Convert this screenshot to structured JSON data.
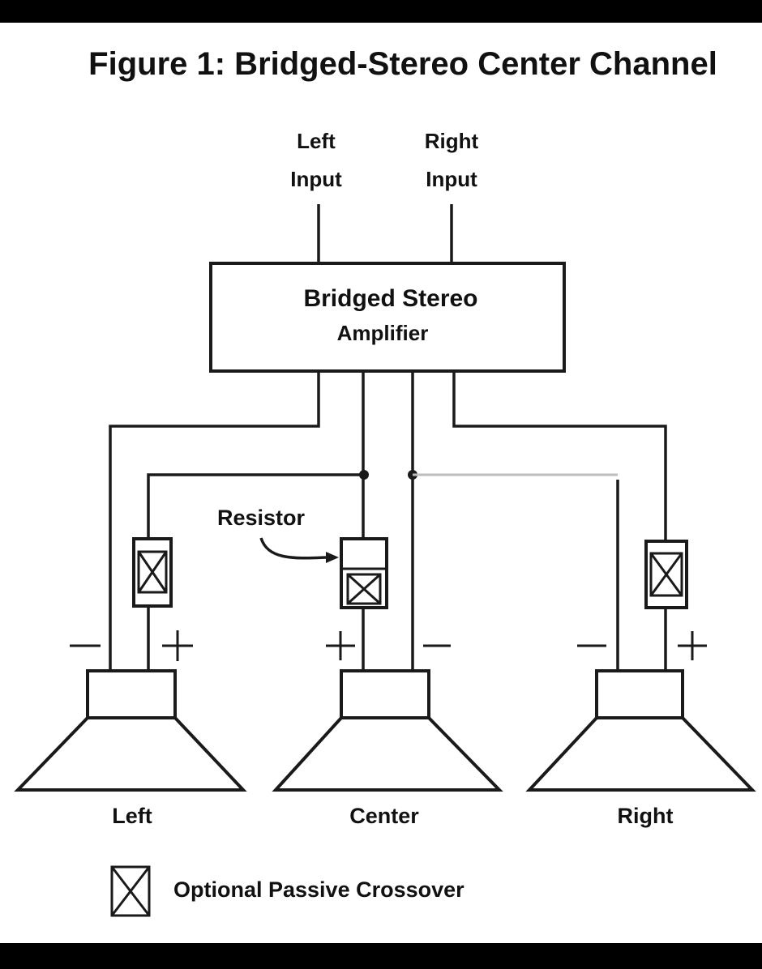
{
  "title": "Figure 1: Bridged-Stereo Center Channel",
  "inputs": {
    "left": [
      "Left",
      "Input"
    ],
    "right": [
      "Right",
      "Input"
    ]
  },
  "amplifier": [
    "Bridged Stereo",
    "Amplifier"
  ],
  "resistor_label": "Resistor",
  "speakers": {
    "left": "Left",
    "center": "Center",
    "right": "Right"
  },
  "legend": {
    "label": "Optional Passive Crossover",
    "icon": "crossover-box-icon"
  },
  "colors": {
    "frame": "#000000",
    "background": "#ffffff",
    "ink": "#1a1a1a"
  }
}
